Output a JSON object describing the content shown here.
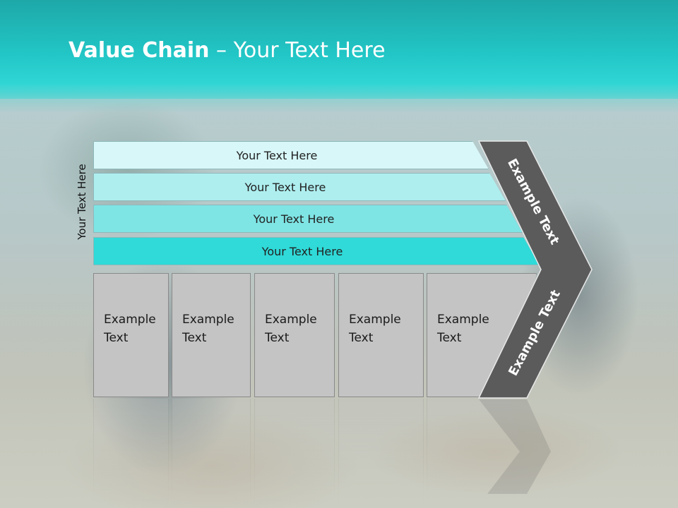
{
  "slide": {
    "title_bold": "Value Chain",
    "title_rest": " – Your Text Here",
    "side_label": "Your Text Here",
    "bars": [
      {
        "label": "Your Text Here"
      },
      {
        "label": "Your Text Here"
      },
      {
        "label": "Your Text Here"
      },
      {
        "label": "Your Text Here"
      }
    ],
    "boxes": [
      {
        "line1": "Example",
        "line2": "Text"
      },
      {
        "line1": "Example",
        "line2": "Text"
      },
      {
        "line1": "Example",
        "line2": "Text"
      },
      {
        "line1": "Example",
        "line2": "Text"
      },
      {
        "line1": "Example",
        "line2": "Text"
      }
    ],
    "chevron_top": "Example Text",
    "chevron_bottom": "Example Text"
  },
  "colors": {
    "header": "#22c6c6",
    "bar_1": "#d8f7f8",
    "bar_2": "#aeeeef",
    "bar_3": "#7fe4e4",
    "bar_4": "#2fdad8",
    "box": "#c4c4c4",
    "chevron": "#5a5a5a"
  }
}
